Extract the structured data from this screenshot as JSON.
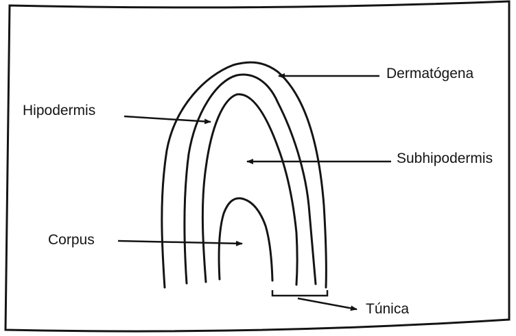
{
  "labels": {
    "dermatogena": "Dermatógena",
    "hipodermis": "Hipodermis",
    "subhipodermis": "Subhipodermis",
    "corpus": "Corpus",
    "tunica": "Túnica"
  },
  "colors": {
    "ink": "#141414",
    "paper": "#ffffff"
  }
}
